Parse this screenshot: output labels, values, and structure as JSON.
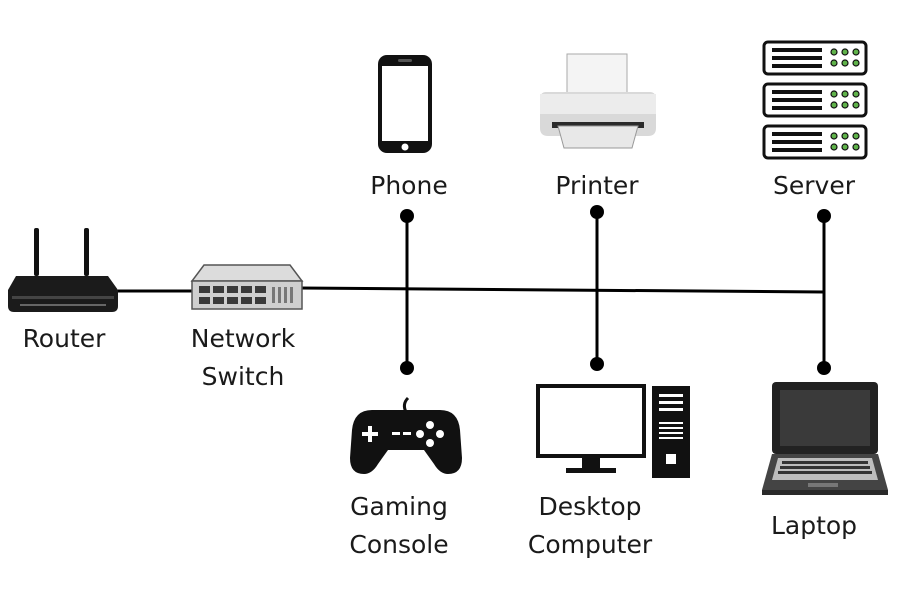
{
  "diagram": {
    "colors": {
      "line": "#000000",
      "device": "#111111",
      "panel": "#c9c9c9",
      "led": "#5fb34a"
    },
    "nodes": {
      "router": {
        "label": "Router",
        "icon": "router-icon"
      },
      "switch": {
        "label_lines": [
          "Network",
          "Switch"
        ],
        "icon": "network-switch-icon"
      },
      "phone": {
        "label": "Phone",
        "icon": "phone-icon"
      },
      "printer": {
        "label": "Printer",
        "icon": "printer-icon"
      },
      "server": {
        "label": "Server",
        "icon": "server-icon"
      },
      "gaming": {
        "label_lines": [
          "Gaming",
          "Console"
        ],
        "icon": "gamepad-icon"
      },
      "desktop": {
        "label_lines": [
          "Desktop",
          "Computer"
        ],
        "icon": "desktop-computer-icon"
      },
      "laptop": {
        "label": "Laptop",
        "icon": "laptop-icon"
      }
    },
    "links": [
      {
        "from": "router",
        "to": "switch"
      },
      {
        "from": "switch",
        "to": "backbone"
      },
      {
        "from": "phone",
        "to": "gaming"
      },
      {
        "from": "printer",
        "to": "desktop"
      },
      {
        "from": "server",
        "to": "laptop"
      }
    ]
  }
}
